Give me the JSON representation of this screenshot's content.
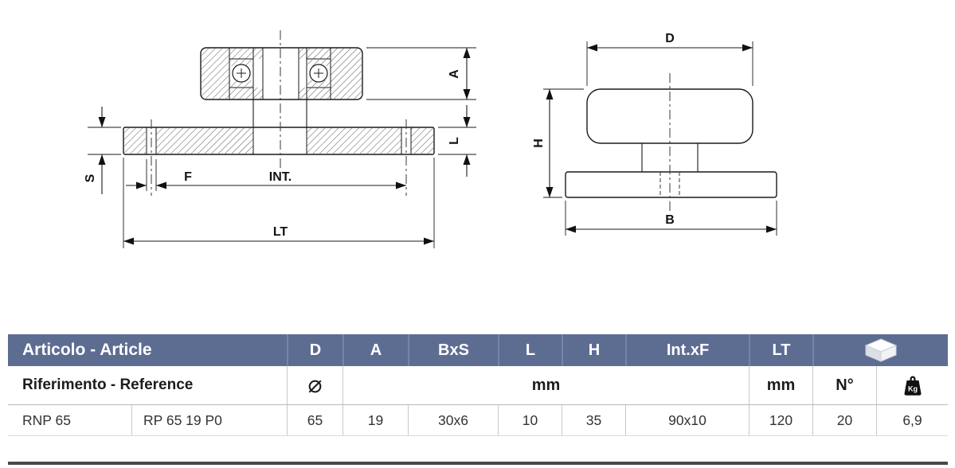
{
  "drawing": {
    "front_view_labels": {
      "a": "A",
      "l": "L",
      "s": "S",
      "f": "F",
      "int": "INT.",
      "lt": "LT"
    },
    "side_view_labels": {
      "d": "D",
      "h": "H",
      "b": "B"
    }
  },
  "table": {
    "header": {
      "article": "Articolo - Article",
      "cols": [
        "D",
        "A",
        "BxS",
        "L",
        "H",
        "Int.xF",
        "LT"
      ]
    },
    "reference_row": {
      "label": "Riferimento - Reference",
      "diameter_symbol": "⌀",
      "unit_mm_span": "mm",
      "unit_mm_lt": "mm",
      "unit_n": "N°",
      "kg_icon_label": "Kg"
    },
    "data_row": {
      "article": "RNP 65",
      "reference": "RP 65 19 P0",
      "d": "65",
      "a": "19",
      "bxs": "30x6",
      "l": "10",
      "h": "35",
      "int_x_f": "90x10",
      "lt": "120",
      "n": "20",
      "kg": "6,9"
    }
  },
  "colors": {
    "header_bg": "#5d6d92",
    "header_separator": "#7485a6",
    "header_text": "#ffffff",
    "row_separator": "#c9c9c9",
    "footer_rule": "#484848"
  }
}
